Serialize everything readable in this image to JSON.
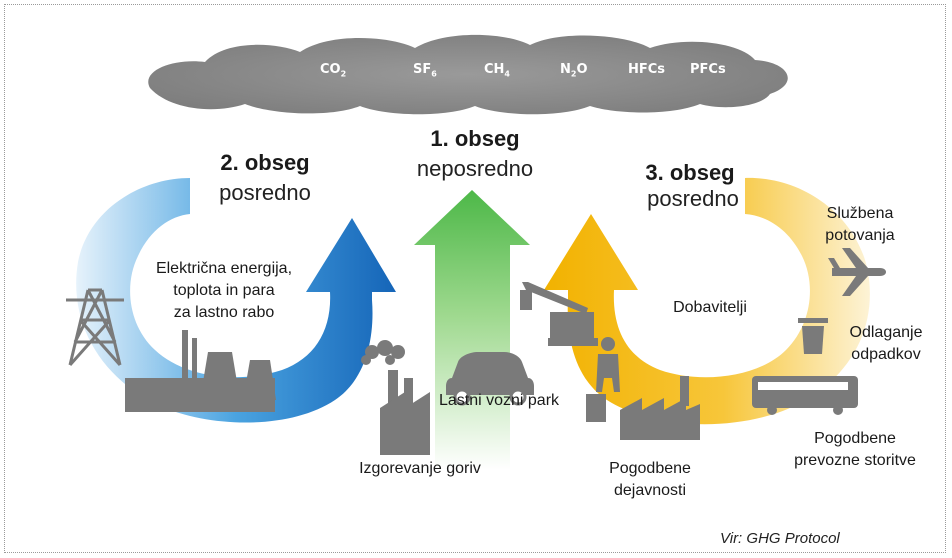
{
  "gases": [
    {
      "base": "CO",
      "sub": "2"
    },
    {
      "base": "SF",
      "sub": "6"
    },
    {
      "base": "CH",
      "sub": "4"
    },
    {
      "base": "N",
      "sub": "2",
      "rest": "O"
    },
    {
      "base": "HFCs",
      "sub": ""
    },
    {
      "base": "PFCs",
      "sub": ""
    }
  ],
  "scopes": {
    "scope1": {
      "title": "1. obseg",
      "subtitle": "neposredno"
    },
    "scope2": {
      "title": "2. obseg",
      "subtitle": "posredno"
    },
    "scope3": {
      "title": "3. obseg",
      "subtitle": "posredno"
    }
  },
  "labels": {
    "electricity": [
      "Električna energija,",
      "toplota in para",
      "za lastno rabo"
    ],
    "fuel_combustion": "Izgorevanje goriv",
    "fleet": "Lastni vozni park",
    "suppliers": "Dobavitelji",
    "contract_work": [
      "Pogodbene",
      "dejavnosti"
    ],
    "business_travel": [
      "Službena",
      "potovanja"
    ],
    "waste": [
      "Odlaganje",
      "odpadkov"
    ],
    "contract_transport": [
      "Pogodbene",
      "prevozne storitve"
    ]
  },
  "source": "Vir: GHG Protocol",
  "colors": {
    "scope1_arrow": "#6cc24a",
    "scope2_arrow": "#1e78c8",
    "scope3_arrow": "#f5b800",
    "cloud": "#8c8c8c",
    "icons": "#7a7a7a"
  }
}
